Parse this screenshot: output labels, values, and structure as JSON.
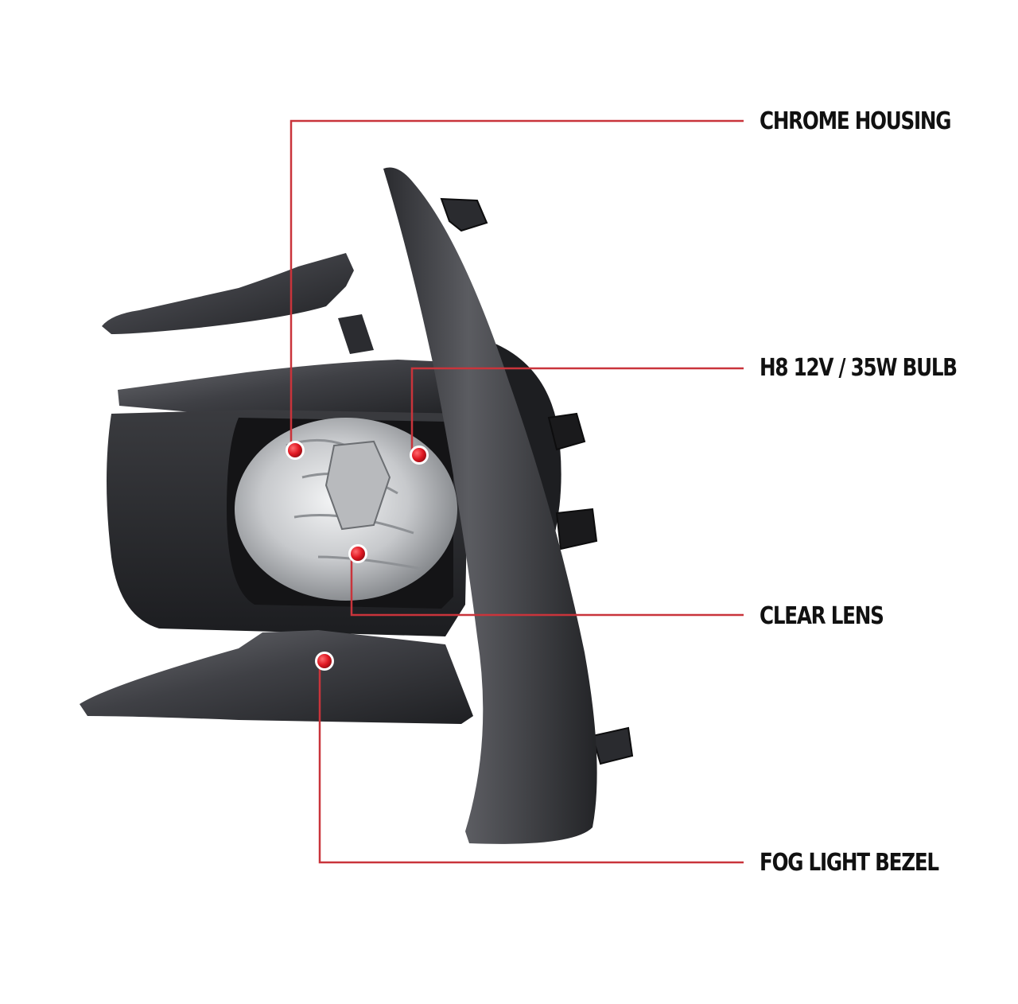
{
  "callouts": [
    {
      "id": "housing",
      "label": "CHROME HOUSING"
    },
    {
      "id": "bulb",
      "label": "H8 12V / 35W BULB"
    },
    {
      "id": "lens",
      "label": "CLEAR LENS"
    },
    {
      "id": "bezel",
      "label": "FOG LIGHT BEZEL"
    }
  ],
  "colors": {
    "leader_line": "#c9343b",
    "marker_dot": "#e01822",
    "label_text": "#111111",
    "bezel": "#3b3c40",
    "housing": "#2a2b2e",
    "background": "#ffffff"
  }
}
